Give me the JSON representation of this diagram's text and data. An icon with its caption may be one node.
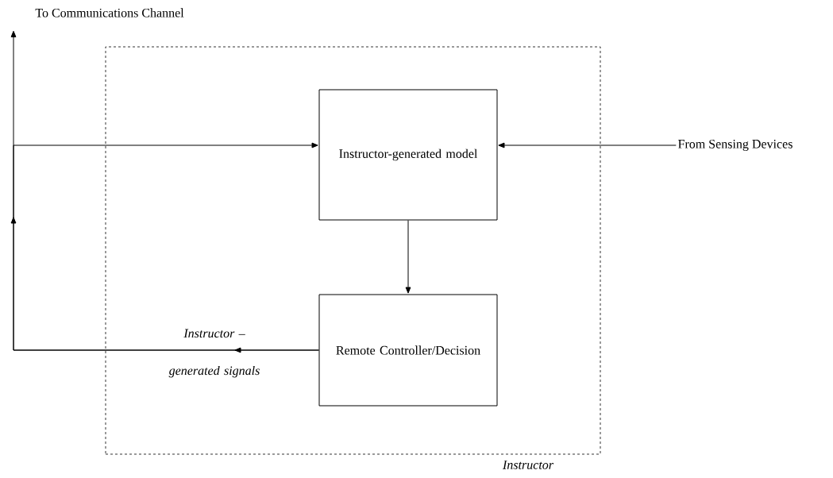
{
  "diagram": {
    "nodes": [
      {
        "text": [
          "Instructor"
        ]
      },
      {
        "text": [
          "Instructor-generated model"
        ],
        "in": 0
      },
      {
        "text": [
          "Remote Controller/Decision"
        ],
        "in": 0
      },
      {
        "text": [
          "From Sensing Devices"
        ]
      },
      {
        "text": [
          "To Communications Channel"
        ]
      }
    ],
    "edges": [
      {
        "from": 3,
        "to": 1,
        "arrow": "to"
      },
      {
        "from": 1,
        "to": 2,
        "arrow": "to"
      },
      {
        "from": 2,
        "to": 4,
        "arrow": "to",
        "label": "Instructor – generated signals"
      },
      {
        "from": 2,
        "to": 1,
        "arrow": "to"
      }
    ]
  }
}
